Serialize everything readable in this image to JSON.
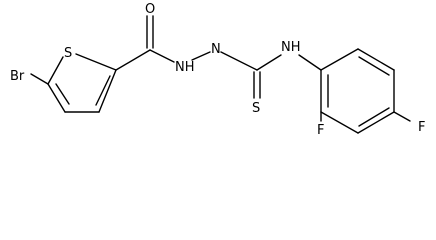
{
  "atoms": {
    "br": "Br",
    "s_ring": "S",
    "o": "O",
    "nh1": "NH",
    "nh2": "N",
    "nh3": "NH",
    "s_thio": "S",
    "f1": "F",
    "f2": "F"
  },
  "colors": {
    "bond": "#000000",
    "label": "#000000",
    "background": "#ffffff"
  }
}
